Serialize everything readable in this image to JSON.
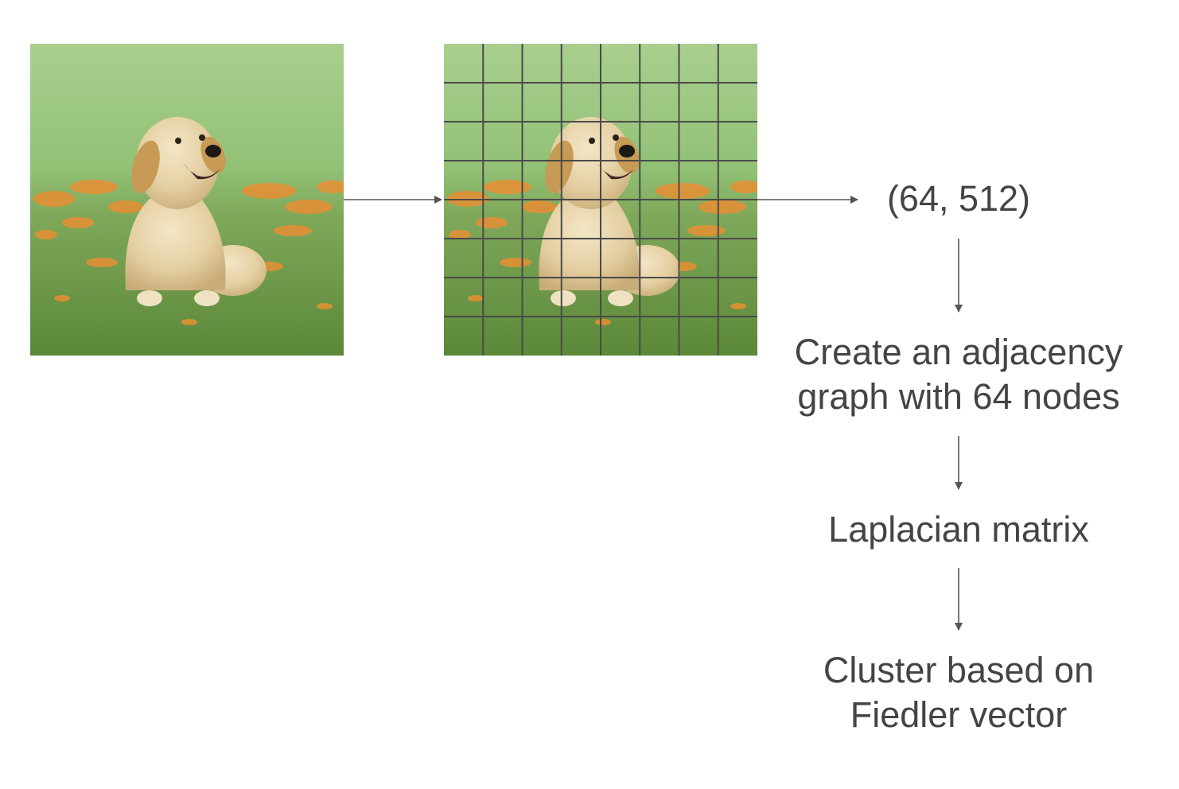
{
  "shape_label": "(64, 512)",
  "steps": [
    {
      "lines": [
        "Create an adjacency",
        "graph with 64 nodes"
      ]
    },
    {
      "lines": [
        "Laplacian matrix"
      ]
    },
    {
      "lines": [
        "Cluster based on",
        "Fiedler vector"
      ]
    }
  ],
  "colors": {
    "text": "#444444",
    "arrow": "#555555",
    "grid_line": "#4a4a4a",
    "grass_top": "#9cc782",
    "grass_bottom": "#5d8a3c",
    "flowers": "#e8913a",
    "puppy_fur": "#e6d2a8"
  },
  "icons": {
    "original_photo": "puppy-photo",
    "grid_photo": "puppy-photo-with-grid"
  }
}
